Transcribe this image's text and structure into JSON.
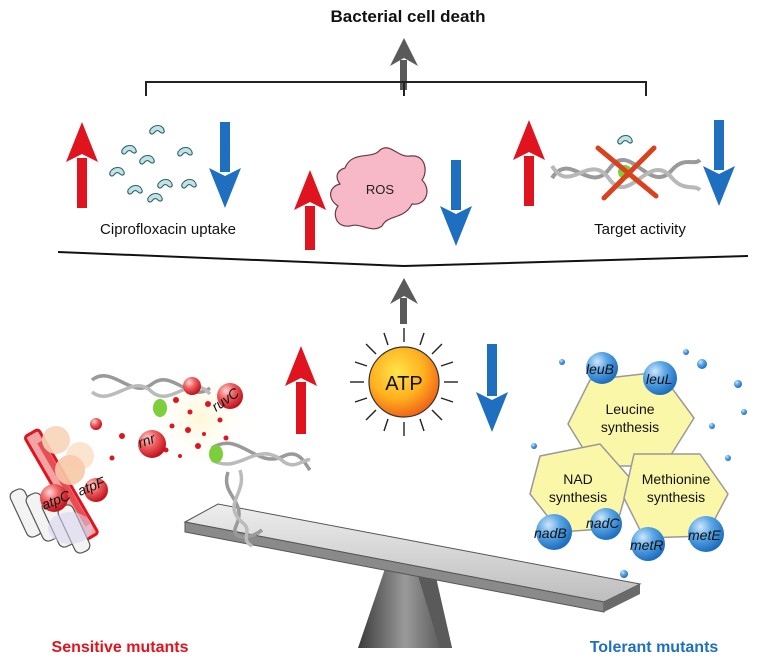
{
  "title": "Bacterial cell death",
  "labels": {
    "uptake": "Ciprofloxacin uptake",
    "ros": "ROS",
    "target": "Target activity",
    "atp": "ATP",
    "sensitive": "Sensitive mutants",
    "tolerant": "Tolerant mutants"
  },
  "sensitive_genes": {
    "ruvC": "ruvC",
    "rnr": "rnr",
    "atpC": "atpC",
    "atpF": "atpF"
  },
  "tolerant_genes": {
    "leuB": "leuB",
    "leuL": "leuL",
    "nadB": "nadB",
    "nadC": "nadC",
    "metR": "metR",
    "metE": "metE"
  },
  "pathways": {
    "leucine_1": "Leucine",
    "leucine_2": "synthesis",
    "nad_1": "NAD",
    "nad_2": "synthesis",
    "methionine_1": "Methionine",
    "methionine_2": "synthesis"
  },
  "colors": {
    "up_arrow": "#e0141e",
    "down_arrow": "#1f6fc0",
    "gray_arrow": "#5a5a5a",
    "sensitive_text": "#e0141e",
    "tolerant_text": "#1f6fc0",
    "ros_fill": "#f7b8c8",
    "atp_fill_inner": "#ffd21f",
    "atp_fill_outer": "#f06a1a",
    "pathway_fill": "#fbf7a8",
    "gene_ball": "#3a8fd6"
  },
  "icons": {
    "up": "up-arrow-icon",
    "down": "down-arrow-icon",
    "bacteria": "bacteria-icon",
    "ros": "ros-blob-icon",
    "dna": "dna-helix-icon",
    "sun": "atp-sun-icon",
    "seesaw": "seesaw-icon"
  }
}
